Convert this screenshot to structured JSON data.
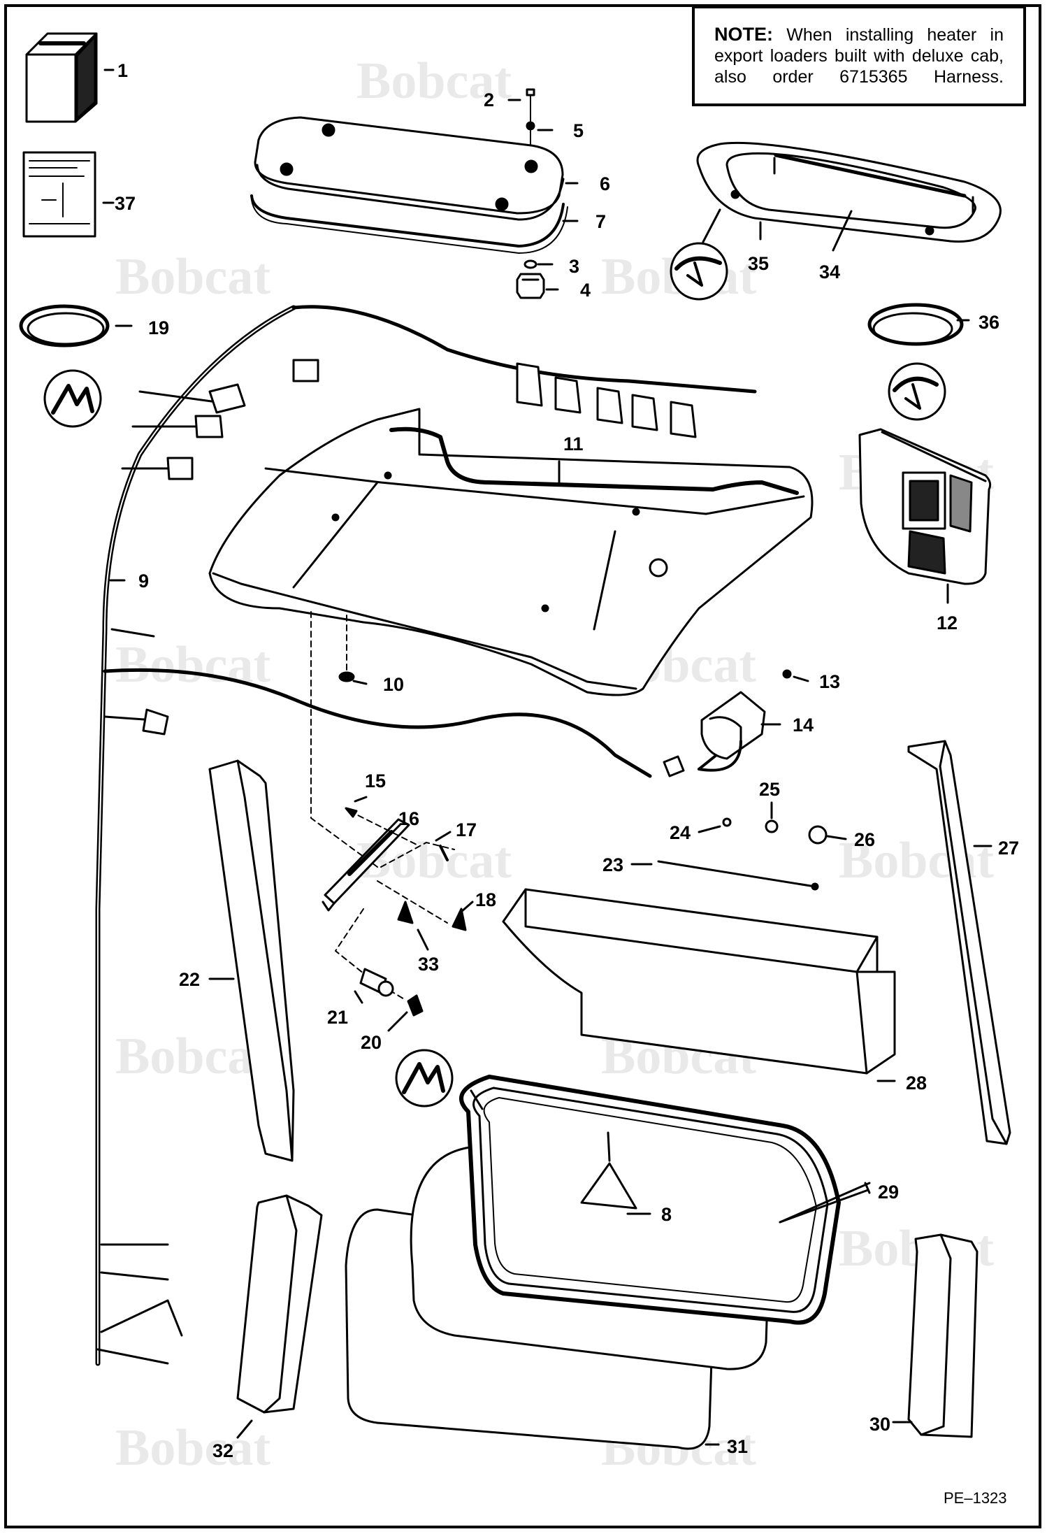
{
  "note": {
    "label": "NOTE:",
    "text": "When installing heater in export loaders built with deluxe cab, also order 6715365 Harness."
  },
  "watermark": "Bobcat",
  "figure_code": "PE–1323",
  "callouts": [
    "1",
    "2",
    "3",
    "4",
    "5",
    "6",
    "7",
    "8",
    "9",
    "10",
    "11",
    "12",
    "13",
    "14",
    "15",
    "16",
    "17",
    "18",
    "19",
    "20",
    "21",
    "22",
    "23",
    "24",
    "25",
    "26",
    "27",
    "28",
    "29",
    "30",
    "31",
    "32",
    "33",
    "34",
    "35",
    "36",
    "37"
  ]
}
